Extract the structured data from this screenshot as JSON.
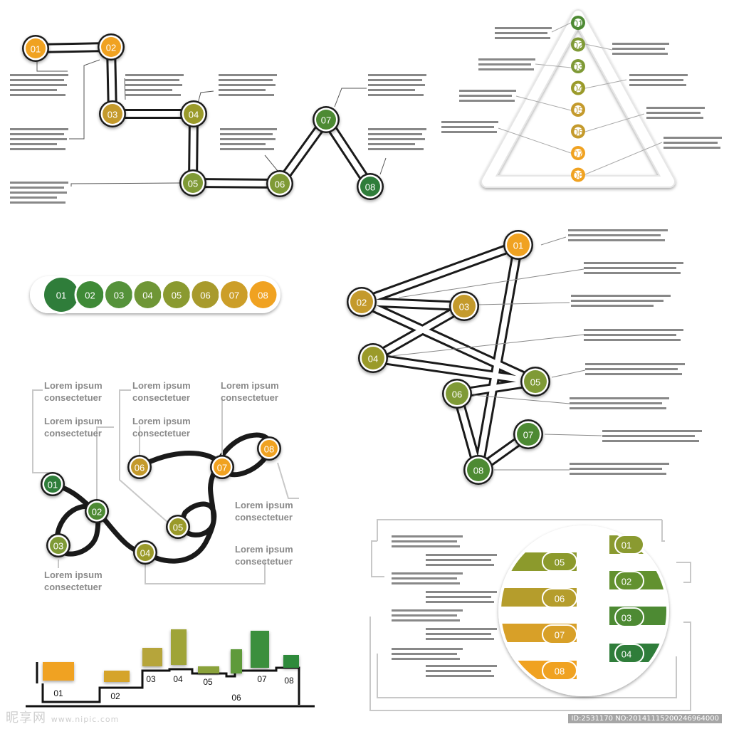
{
  "colors": {
    "orange": "#f0a221",
    "gold": "#c49a2c",
    "olive": "#9a9a2a",
    "green_light": "#7f9a36",
    "green": "#4d8a33",
    "green_dark": "#2f7d3a",
    "gray_text": "#7a7a7a",
    "line_dark": "#1a1a1a"
  },
  "path_diagram": {
    "nodes": [
      "01",
      "02",
      "03",
      "04",
      "05",
      "06",
      "07",
      "08"
    ]
  },
  "triangle_diagram": {
    "nodes": [
      "01",
      "02",
      "03",
      "04",
      "05",
      "06",
      "07",
      "08"
    ]
  },
  "pill_row": {
    "nodes": [
      "01",
      "02",
      "03",
      "04",
      "05",
      "06",
      "07",
      "08"
    ]
  },
  "star_diagram": {
    "nodes": [
      "01",
      "02",
      "03",
      "04",
      "05",
      "06",
      "07",
      "08"
    ]
  },
  "curve_diagram": {
    "nodes": [
      "01",
      "02",
      "03",
      "04",
      "05",
      "06",
      "07",
      "08"
    ],
    "labels": [
      {
        "line1": "Lorem ipsum",
        "line2": "consectetuer"
      },
      {
        "line1": "Lorem ipsum",
        "line2": "consectetuer"
      },
      {
        "line1": "Lorem ipsum",
        "line2": "consectetuer"
      },
      {
        "line1": "Lorem ipsum",
        "line2": "consectetuer"
      },
      {
        "line1": "Lorem ipsum",
        "line2": "consectetuer"
      },
      {
        "line1": "Lorem ipsum",
        "line2": "consectetuer"
      },
      {
        "line1": "Lorem ipsum",
        "line2": "consectetuer"
      },
      {
        "line1": "Lorem ipsum",
        "line2": "consectetuer"
      }
    ]
  },
  "bar_diagram": {
    "labels": [
      "01",
      "02",
      "03",
      "04",
      "05",
      "06",
      "07",
      "08"
    ]
  },
  "circle_diagram": {
    "left_tabs": [
      "05",
      "06",
      "07",
      "08"
    ],
    "right_tabs": [
      "01",
      "02",
      "03",
      "04"
    ]
  },
  "watermark": {
    "site": "昵享网",
    "url": "www.nipic.com",
    "id": "ID:2531170 NO:20141115200246964000"
  }
}
